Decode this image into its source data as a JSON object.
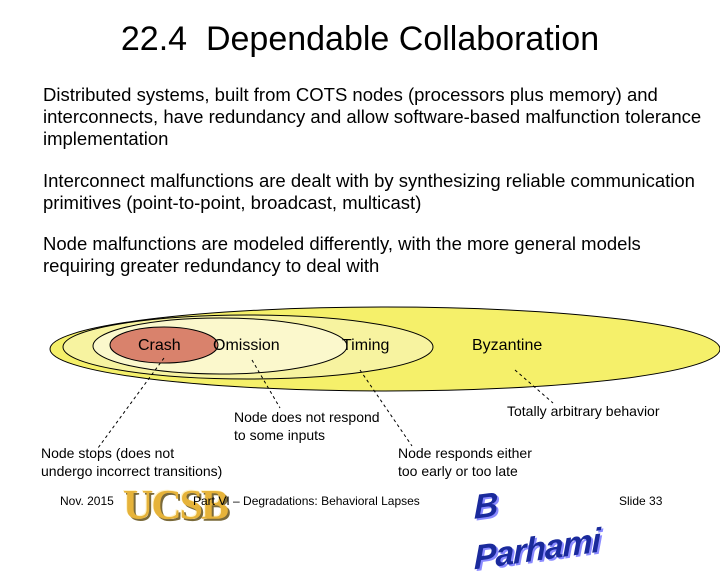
{
  "title": "22.4  Dependable Collaboration",
  "paragraphs": {
    "p1": "Distributed systems, built from COTS nodes (processors plus memory) and interconnects, have redundancy and allow software-based malfunction tolerance implementation",
    "p2": "Interconnect malfunctions are dealt with by synthesizing reliable communication primitives (point-to-point, broadcast, multicast)",
    "p3": "Node malfunctions are modeled differently, with the more general models requiring greater redundancy to deal with"
  },
  "diagram": {
    "labels": {
      "crash": "Crash",
      "omission": "Omission",
      "timing": "Timing",
      "byzantine": "Byzantine"
    },
    "notes": {
      "crash_1": "Node stops (does not",
      "crash_2": "undergo incorrect transitions)",
      "omission_1": "Node does not respond",
      "omission_2": "to some inputs",
      "timing_1": "Node responds either",
      "timing_2": "too early or too late",
      "byzantine": "Totally arbitrary behavior"
    },
    "colors": {
      "outer_fill": "#f5f06a",
      "middle_fill": "#f7f3a0",
      "inner_fill": "#fbf8cc",
      "crash_fill": "#d9826c",
      "outline": "#000000"
    }
  },
  "footer": {
    "date": "Nov. 2015",
    "course": "Part VI – Degradations: Behavioral Lapses",
    "slide": "Slide 33"
  },
  "logos": {
    "left": "UCSB",
    "right": "B Parhami"
  }
}
